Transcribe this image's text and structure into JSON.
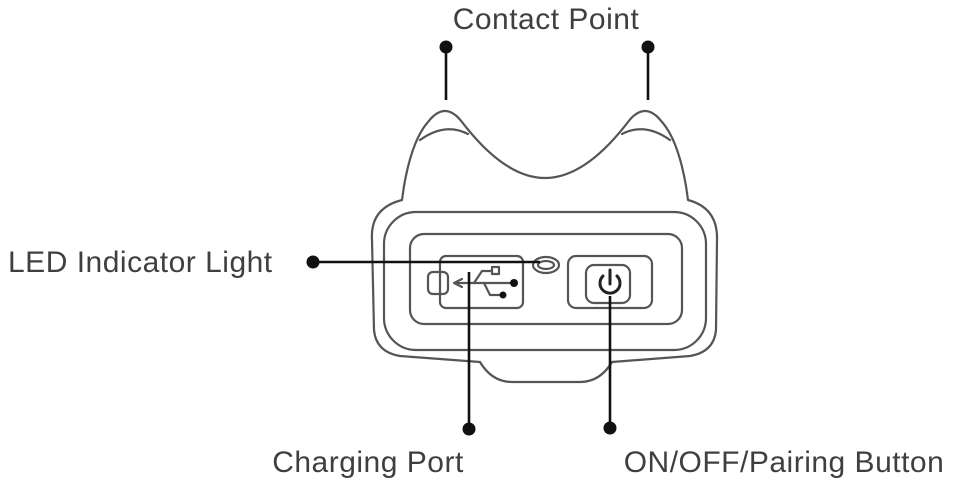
{
  "labels": {
    "contact_point": "Contact Point",
    "led_indicator": "LED Indicator Light",
    "charging_port": "Charging Port",
    "power_button": "ON/OFF/Pairing Button"
  },
  "icons": {
    "usb": "usb-icon",
    "power": "power-icon"
  },
  "colors": {
    "outline": "#555555",
    "leader": "#111111",
    "text": "#3f3f3f"
  }
}
